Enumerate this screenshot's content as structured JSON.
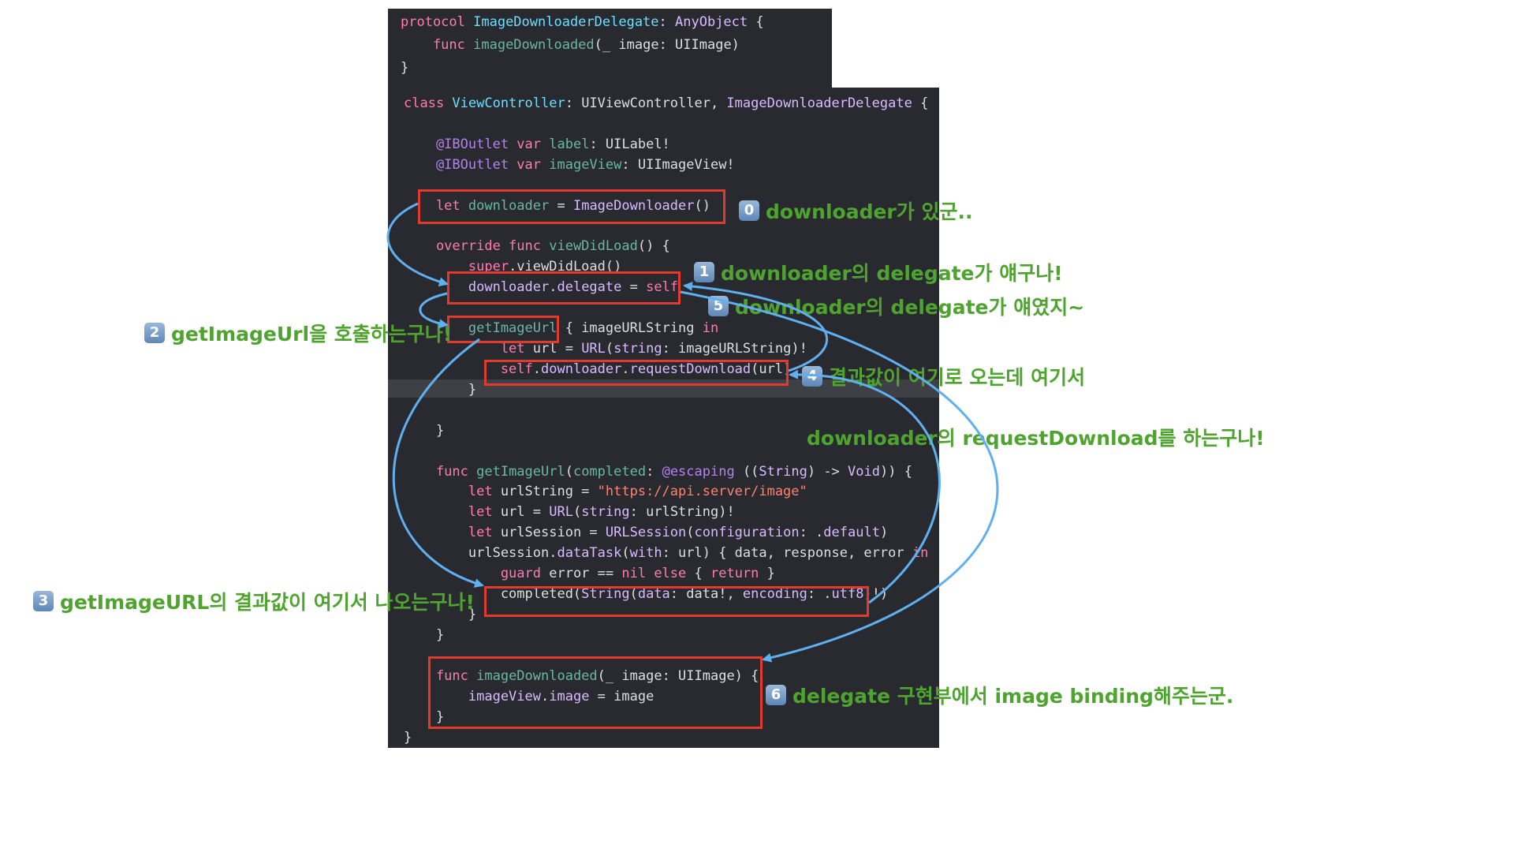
{
  "colors": {
    "keyword": "#ff7ab2",
    "type_decl": "#6bdfff",
    "plain": "#dfdfe0",
    "type_ref": "#dabaff",
    "method": "#67b7a4",
    "string": "#ff8170",
    "kw_dim": "#b281eb",
    "annotation_text": "#4ea42f",
    "box_red": "#e23b2e",
    "arrow_blue": "#5fb0f0",
    "code_bg": "#292a30"
  },
  "code_block_1": [
    [
      [
        "protocol ",
        "keyword"
      ],
      [
        "ImageDownloaderDelegate",
        "type_decl"
      ],
      [
        ": ",
        "plain"
      ],
      [
        "AnyObject",
        "type_ref"
      ],
      [
        " {",
        "plain"
      ]
    ],
    [
      [
        "    func ",
        "keyword"
      ],
      [
        "imageDownloaded",
        "method"
      ],
      [
        "(_ ",
        "plain"
      ],
      [
        "image",
        "plain"
      ],
      [
        ": UIImage)",
        "plain"
      ]
    ],
    [
      [
        "}",
        "plain"
      ]
    ]
  ],
  "code_block_2": [
    [
      [
        "class ",
        "keyword"
      ],
      [
        "ViewController",
        "type_decl"
      ],
      [
        ": UIViewController, ",
        "plain"
      ],
      [
        "ImageDownloaderDelegate",
        "type_ref"
      ],
      [
        " {",
        "plain"
      ]
    ],
    [],
    [
      [
        "    @IBOutlet ",
        "kw_dim"
      ],
      [
        "var ",
        "keyword"
      ],
      [
        "label",
        "method"
      ],
      [
        ": UILabel!",
        "plain"
      ]
    ],
    [
      [
        "    @IBOutlet ",
        "kw_dim"
      ],
      [
        "var ",
        "keyword"
      ],
      [
        "imageView",
        "method"
      ],
      [
        ": UIImageView!",
        "plain"
      ]
    ],
    [],
    [
      [
        "    let ",
        "keyword"
      ],
      [
        "downloader",
        "method"
      ],
      [
        " = ",
        "plain"
      ],
      [
        "ImageDownloader",
        "type_ref"
      ],
      [
        "()",
        "plain"
      ]
    ],
    [],
    [
      [
        "    override func ",
        "keyword"
      ],
      [
        "viewDidLoad",
        "method"
      ],
      [
        "() {",
        "plain"
      ]
    ],
    [
      [
        "        super",
        "keyword"
      ],
      [
        ".viewDidLoad()",
        "plain"
      ]
    ],
    [
      [
        "        downloader",
        "type_ref"
      ],
      [
        ".",
        "plain"
      ],
      [
        "delegate",
        "type_ref"
      ],
      [
        " = ",
        "plain"
      ],
      [
        "self",
        "keyword"
      ]
    ],
    [],
    [
      [
        "        getImageUrl",
        "method"
      ],
      [
        " { imageURLString ",
        "plain"
      ],
      [
        "in",
        "keyword"
      ]
    ],
    [
      [
        "            let ",
        "keyword"
      ],
      [
        "url = ",
        "plain"
      ],
      [
        "URL",
        "type_ref"
      ],
      [
        "(",
        "plain"
      ],
      [
        "string",
        "type_ref"
      ],
      [
        ": imageURLString)!",
        "plain"
      ]
    ],
    [
      [
        "            self",
        "keyword"
      ],
      [
        ".",
        "plain"
      ],
      [
        "downloader",
        "type_ref"
      ],
      [
        ".",
        "plain"
      ],
      [
        "requestDownload",
        "type_ref"
      ],
      [
        "(url)",
        "plain"
      ]
    ],
    [
      [
        "        }",
        "plain"
      ]
    ],
    [],
    [
      [
        "    }",
        "plain"
      ]
    ],
    [],
    [
      [
        "    func ",
        "keyword"
      ],
      [
        "getImageUrl",
        "method"
      ],
      [
        "(",
        "plain"
      ],
      [
        "completed",
        "method"
      ],
      [
        ": ",
        "plain"
      ],
      [
        "@escaping",
        "kw_dim"
      ],
      [
        " ((",
        "plain"
      ],
      [
        "String",
        "type_ref"
      ],
      [
        ") -> ",
        "plain"
      ],
      [
        "Void",
        "type_ref"
      ],
      [
        ")) {",
        "plain"
      ]
    ],
    [
      [
        "        let ",
        "keyword"
      ],
      [
        "urlString = ",
        "plain"
      ],
      [
        "\"https://api.server/image\"",
        "string"
      ]
    ],
    [
      [
        "        let ",
        "keyword"
      ],
      [
        "url = ",
        "plain"
      ],
      [
        "URL",
        "type_ref"
      ],
      [
        "(",
        "plain"
      ],
      [
        "string",
        "type_ref"
      ],
      [
        ": urlString)!",
        "plain"
      ]
    ],
    [
      [
        "        let ",
        "keyword"
      ],
      [
        "urlSession = ",
        "plain"
      ],
      [
        "URLSession",
        "type_ref"
      ],
      [
        "(",
        "plain"
      ],
      [
        "configuration",
        "type_ref"
      ],
      [
        ": .",
        "plain"
      ],
      [
        "default",
        "type_ref"
      ],
      [
        ")",
        "plain"
      ]
    ],
    [
      [
        "        urlSession.",
        "plain"
      ],
      [
        "dataTask",
        "type_ref"
      ],
      [
        "(",
        "plain"
      ],
      [
        "with",
        "type_ref"
      ],
      [
        ": url) { data, response, error ",
        "plain"
      ],
      [
        "in",
        "keyword"
      ]
    ],
    [
      [
        "            guard ",
        "keyword"
      ],
      [
        "error == ",
        "plain"
      ],
      [
        "nil ",
        "keyword"
      ],
      [
        "else ",
        "keyword"
      ],
      [
        "{ ",
        "plain"
      ],
      [
        "return",
        "keyword"
      ],
      [
        " }",
        "plain"
      ]
    ],
    [
      [
        "            completed(",
        "plain"
      ],
      [
        "String",
        "type_ref"
      ],
      [
        "(",
        "plain"
      ],
      [
        "data",
        "type_ref"
      ],
      [
        ": data!, ",
        "plain"
      ],
      [
        "encoding",
        "type_ref"
      ],
      [
        ": .",
        "plain"
      ],
      [
        "utf8",
        "type_ref"
      ],
      [
        ")!)",
        "plain"
      ]
    ],
    [
      [
        "        }",
        "plain"
      ]
    ],
    [
      [
        "    }",
        "plain"
      ]
    ],
    [],
    [
      [
        "    func ",
        "keyword"
      ],
      [
        "imageDownloaded",
        "method"
      ],
      [
        "(_ ",
        "plain"
      ],
      [
        "image",
        "plain"
      ],
      [
        ": UIImage) {",
        "plain"
      ]
    ],
    [
      [
        "        imageView",
        "type_ref"
      ],
      [
        ".",
        "plain"
      ],
      [
        "image",
        "type_ref"
      ],
      [
        " = image",
        "plain"
      ]
    ],
    [
      [
        "    }",
        "plain"
      ]
    ],
    [
      [
        "}",
        "plain"
      ]
    ]
  ],
  "annotations": {
    "a0": {
      "badge": "0",
      "text": "downloader가 있군.."
    },
    "a1": {
      "badge": "1",
      "text": "downloader의 delegate가 얘구나!"
    },
    "a5": {
      "badge": "5",
      "text": "downloader의 delegate가 얘였지~"
    },
    "a2": {
      "badge": "2",
      "text": "getImageUrl을 호출하는구나!"
    },
    "a4": {
      "badge": "4",
      "text": "결과값이 여기로 오는데 여기서"
    },
    "a4b": {
      "text": "downloader의 requestDownload를 하는구나!"
    },
    "a3": {
      "badge": "3",
      "text": "getImageURL의 결과값이 여기서 나오는구나!"
    },
    "a6": {
      "badge": "6",
      "text": "delegate 구현부에서 image binding해주는군."
    }
  }
}
